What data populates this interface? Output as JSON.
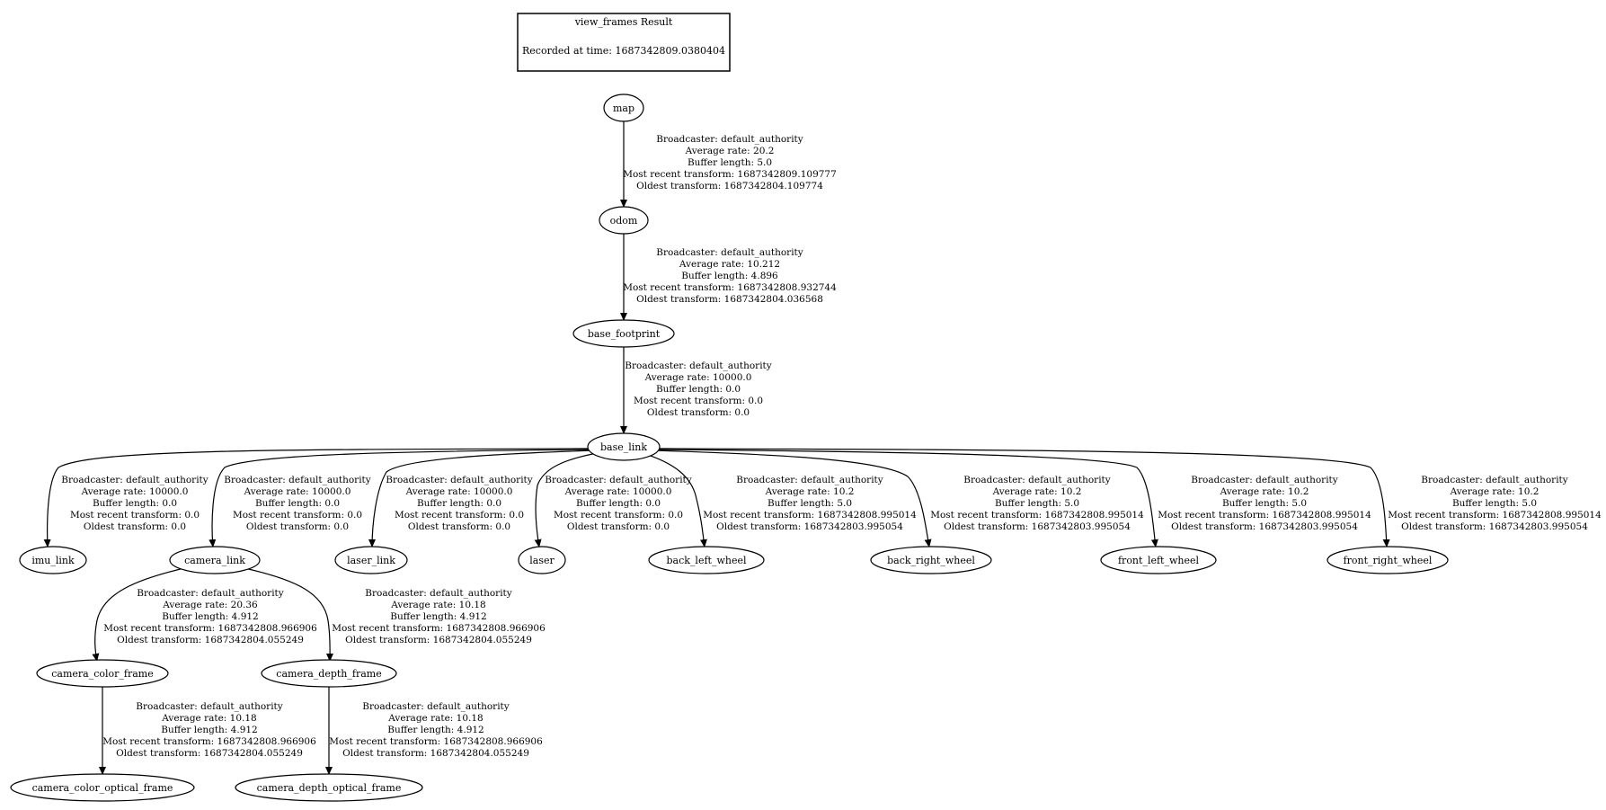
{
  "header": {
    "title": "view_frames Result",
    "recorded": "Recorded at time: 1687342809.0380404"
  },
  "nodes": {
    "map": "map",
    "odom": "odom",
    "base_footprint": "base_footprint",
    "base_link": "base_link",
    "imu_link": "imu_link",
    "camera_link": "camera_link",
    "laser_link": "laser_link",
    "laser": "laser",
    "back_left_wheel": "back_left_wheel",
    "back_right_wheel": "back_right_wheel",
    "front_left_wheel": "front_left_wheel",
    "front_right_wheel": "front_right_wheel",
    "camera_color_frame": "camera_color_frame",
    "camera_depth_frame": "camera_depth_frame",
    "camera_color_optical_frame": "camera_color_optical_frame",
    "camera_depth_optical_frame": "camera_depth_optical_frame"
  },
  "edges": {
    "map_odom": {
      "broadcaster": "Broadcaster: default_authority",
      "rate": "Average rate: 20.2",
      "buffer": "Buffer length: 5.0",
      "recent": "Most recent transform: 1687342809.109777",
      "oldest": "Oldest transform: 1687342804.109774"
    },
    "odom_footprint": {
      "broadcaster": "Broadcaster: default_authority",
      "rate": "Average rate: 10.212",
      "buffer": "Buffer length: 4.896",
      "recent": "Most recent transform: 1687342808.932744",
      "oldest": "Oldest transform: 1687342804.036568"
    },
    "footprint_base": {
      "broadcaster": "Broadcaster: default_authority",
      "rate": "Average rate: 10000.0",
      "buffer": "Buffer length: 0.0",
      "recent": "Most recent transform: 0.0",
      "oldest": "Oldest transform: 0.0"
    },
    "base_imu": {
      "broadcaster": "Broadcaster: default_authority",
      "rate": "Average rate: 10000.0",
      "buffer": "Buffer length: 0.0",
      "recent": "Most recent transform: 0.0",
      "oldest": "Oldest transform: 0.0"
    },
    "base_camera": {
      "broadcaster": "Broadcaster: default_authority",
      "rate": "Average rate: 10000.0",
      "buffer": "Buffer length: 0.0",
      "recent": "Most recent transform: 0.0",
      "oldest": "Oldest transform: 0.0"
    },
    "base_laserlink": {
      "broadcaster": "Broadcaster: default_authority",
      "rate": "Average rate: 10000.0",
      "buffer": "Buffer length: 0.0",
      "recent": "Most recent transform: 0.0",
      "oldest": "Oldest transform: 0.0"
    },
    "base_laser": {
      "broadcaster": "Broadcaster: default_authority",
      "rate": "Average rate: 10000.0",
      "buffer": "Buffer length: 0.0",
      "recent": "Most recent transform: 0.0",
      "oldest": "Oldest transform: 0.0"
    },
    "base_blw": {
      "broadcaster": "Broadcaster: default_authority",
      "rate": "Average rate: 10.2",
      "buffer": "Buffer length: 5.0",
      "recent": "Most recent transform: 1687342808.995014",
      "oldest": "Oldest transform: 1687342803.995054"
    },
    "base_brw": {
      "broadcaster": "Broadcaster: default_authority",
      "rate": "Average rate: 10.2",
      "buffer": "Buffer length: 5.0",
      "recent": "Most recent transform: 1687342808.995014",
      "oldest": "Oldest transform: 1687342803.995054"
    },
    "base_flw": {
      "broadcaster": "Broadcaster: default_authority",
      "rate": "Average rate: 10.2",
      "buffer": "Buffer length: 5.0",
      "recent": "Most recent transform: 1687342808.995014",
      "oldest": "Oldest transform: 1687342803.995054"
    },
    "base_frw": {
      "broadcaster": "Broadcaster: default_authority",
      "rate": "Average rate: 10.2",
      "buffer": "Buffer length: 5.0",
      "recent": "Most recent transform: 1687342808.995014",
      "oldest": "Oldest transform: 1687342803.995054"
    },
    "camera_color": {
      "broadcaster": "Broadcaster: default_authority",
      "rate": "Average rate: 20.36",
      "buffer": "Buffer length: 4.912",
      "recent": "Most recent transform: 1687342808.966906",
      "oldest": "Oldest transform: 1687342804.055249"
    },
    "camera_depth": {
      "broadcaster": "Broadcaster: default_authority",
      "rate": "Average rate: 10.18",
      "buffer": "Buffer length: 4.912",
      "recent": "Most recent transform: 1687342808.966906",
      "oldest": "Oldest transform: 1687342804.055249"
    },
    "color_optical": {
      "broadcaster": "Broadcaster: default_authority",
      "rate": "Average rate: 10.18",
      "buffer": "Buffer length: 4.912",
      "recent": "Most recent transform: 1687342808.966906",
      "oldest": "Oldest transform: 1687342804.055249"
    },
    "depth_optical": {
      "broadcaster": "Broadcaster: default_authority",
      "rate": "Average rate: 10.18",
      "buffer": "Buffer length: 4.912",
      "recent": "Most recent transform: 1687342808.966906",
      "oldest": "Oldest transform: 1687342804.055249"
    }
  }
}
